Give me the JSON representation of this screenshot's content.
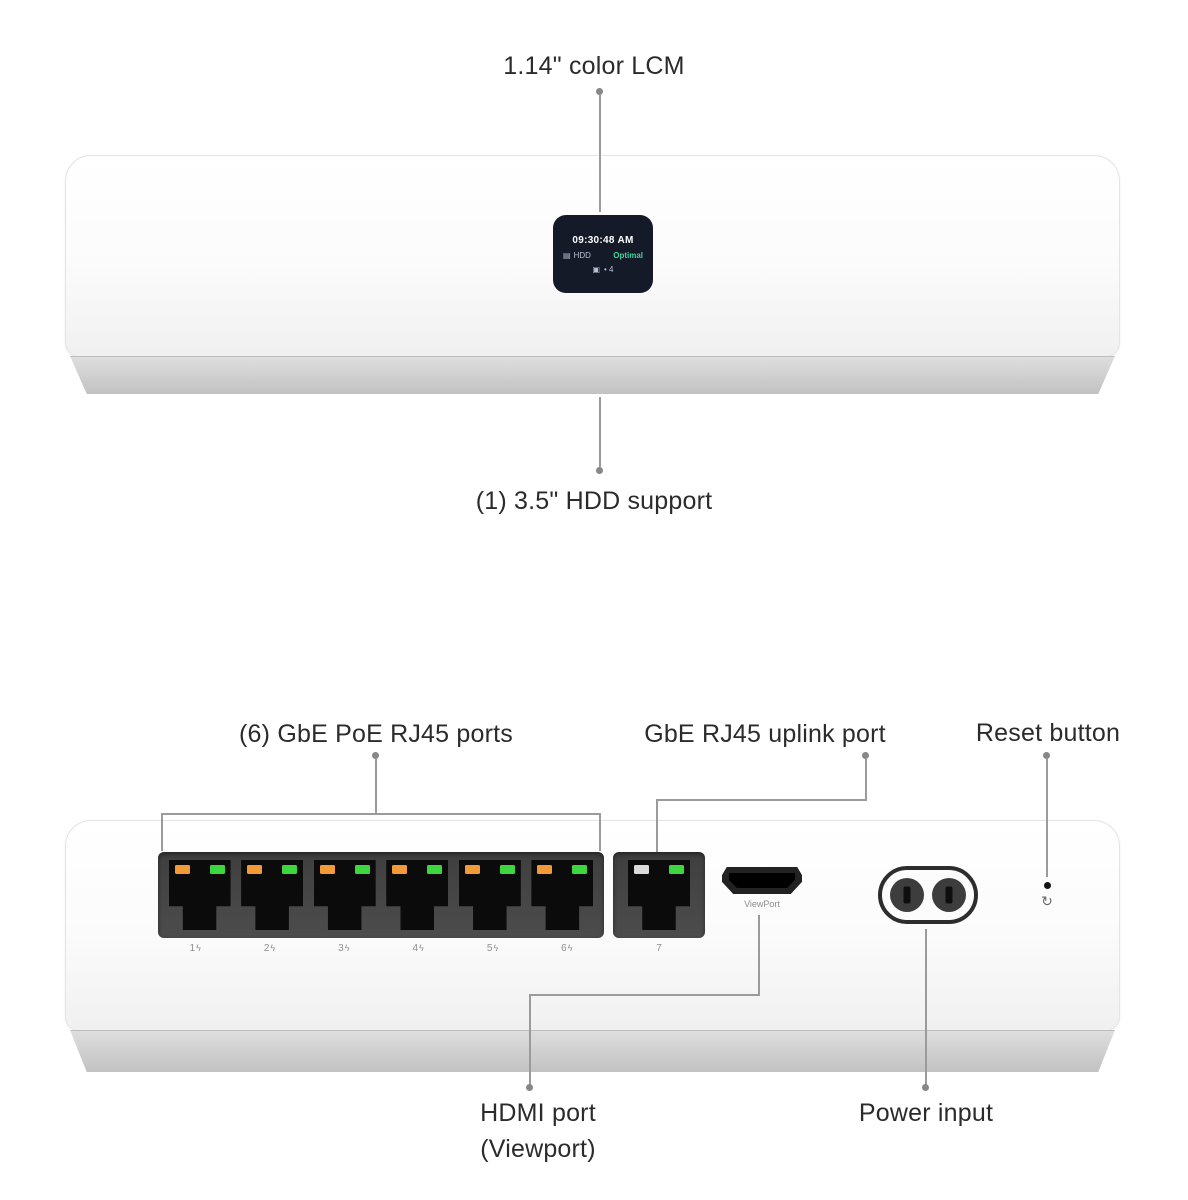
{
  "front_view": {
    "lcm_callout": "1.14\" color LCM",
    "hdd_callout": "(1) 3.5\" HDD support",
    "lcm_display": {
      "time": "09:30:48 AM",
      "hdd_icon": "▤",
      "hdd_label": "HDD",
      "hdd_status": "Optimal",
      "camera_icon": "▣",
      "camera_count": "• 4"
    }
  },
  "rear_view": {
    "poe_callout": "(6) GbE PoE RJ45 ports",
    "uplink_callout": "GbE RJ45 uplink port",
    "reset_callout": "Reset button",
    "hdmi_callout_line1": "HDMI port",
    "hdmi_callout_line2": "(Viewport)",
    "power_callout": "Power input",
    "poe_ports": [
      {
        "num": "1"
      },
      {
        "num": "2"
      },
      {
        "num": "3"
      },
      {
        "num": "4"
      },
      {
        "num": "5"
      },
      {
        "num": "6"
      }
    ],
    "poe_icon": "ϟ",
    "uplink_num": "7",
    "viewport_label": "ViewPort",
    "reset_icon": "↻"
  },
  "colors": {
    "label_text": "#2b2b2b",
    "callout_line": "#9b9b9b",
    "led_orange": "#f19a37",
    "led_green": "#3ed63e",
    "lcm_background": "#151a29",
    "lcm_status_green": "#3dd598"
  }
}
